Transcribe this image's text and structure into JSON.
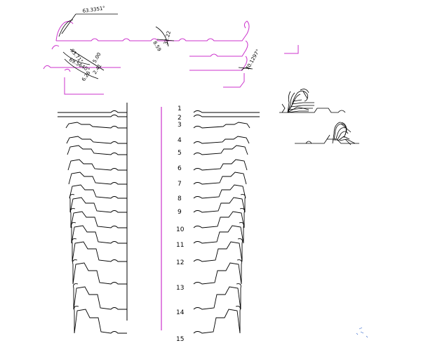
{
  "colors": {
    "profile": "#000000",
    "construction": "#cc33cc",
    "accent": "#3366cc",
    "background": "#ffffff"
  },
  "dimensions": {
    "angle_top": "63.3351°",
    "angle_left_1": "93.71°",
    "angle_left_2": "69.5640°",
    "angle_left_3": "5.00",
    "angle_left_4": "6.26",
    "angle_left_5": "2.41",
    "angle_mid_1": "8.59",
    "angle_mid_2": "31.22",
    "angle_right": "70.1297°"
  },
  "stations": [
    "1",
    "2",
    "3",
    "4",
    "5",
    "6",
    "7",
    "8",
    "9",
    "10",
    "11",
    "12",
    "13",
    "14",
    "15"
  ]
}
